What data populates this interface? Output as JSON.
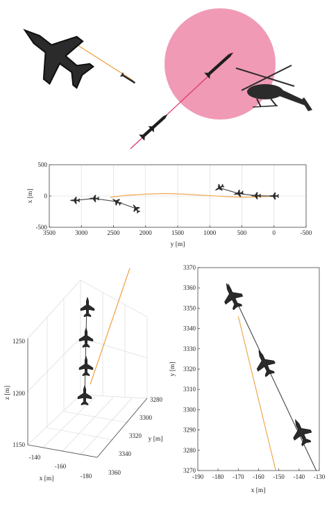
{
  "colors": {
    "orange": "#f0a040",
    "magenta": "#e0306a",
    "circle_fill": "#f09ab5",
    "aircraft": "#2b2b2b",
    "trail": "#444444",
    "grid": "#d4d4d4"
  },
  "illustration": {
    "icons": [
      "fighter-jet-icon",
      "missile-icon",
      "helicopter-icon",
      "target-zone-circle"
    ]
  },
  "chart_data": [
    {
      "type": "line",
      "title": "",
      "xlabel": "y [m]",
      "ylabel": "x [m]",
      "xlim": [
        3500,
        -500
      ],
      "ylim": [
        -500,
        500
      ],
      "xticks": [
        "3500",
        "3000",
        "2500",
        "2000",
        "1500",
        "1000",
        "500",
        "0",
        "-500"
      ],
      "yticks": [
        "500",
        "0",
        "-500"
      ],
      "grid": true,
      "series": [
        {
          "role": "orange-trajectory",
          "x": [
            2550,
            2300,
            2000,
            1700,
            1400,
            1100,
            900,
            700,
            500,
            300,
            100,
            0
          ],
          "y": [
            -20,
            10,
            30,
            40,
            30,
            10,
            0,
            -10,
            -20,
            -15,
            -8,
            0
          ]
        },
        {
          "role": "aircraft-trail-left",
          "x": [
            3100,
            2800,
            2450,
            2150
          ],
          "y": [
            -70,
            -40,
            -90,
            -200
          ]
        },
        {
          "role": "aircraft-trail-right",
          "x": [
            850,
            550,
            280,
            0
          ],
          "y": [
            130,
            40,
            5,
            0
          ]
        }
      ]
    },
    {
      "type": "line",
      "title": "",
      "xlabel": "x [m]",
      "ylabel": "y [m]",
      "zlabel": "z [m]",
      "xticks": [
        "-140",
        "-160",
        "-180"
      ],
      "yticks": [
        "3280",
        "3300",
        "3320",
        "3340",
        "3360"
      ],
      "zticks": [
        "1250",
        "1200",
        "1150"
      ],
      "grid": true,
      "series": [
        {
          "role": "orange-trajectory",
          "x": [
            -165,
            -120
          ],
          "y": [
            3345,
            3260
          ],
          "z": [
            1205,
            1300
          ]
        },
        {
          "role": "aircraft-trail",
          "x": [
            -150,
            -149,
            -150,
            -151
          ],
          "y": [
            3290,
            3310,
            3330,
            3350
          ],
          "z": [
            1240,
            1225,
            1205,
            1190
          ]
        }
      ]
    },
    {
      "type": "line",
      "title": "",
      "xlabel": "x [m]",
      "ylabel": "y [m]",
      "xlim": [
        -190,
        -130
      ],
      "ylim": [
        3270,
        3370
      ],
      "xticks": [
        "-190",
        "-180",
        "-170",
        "-160",
        "-150",
        "-140",
        "-130"
      ],
      "yticks": [
        "3370",
        "3360",
        "3350",
        "3340",
        "3330",
        "3320",
        "3310",
        "3300",
        "3290",
        "3280",
        "3270"
      ],
      "grid": false,
      "series": [
        {
          "role": "orange-trajectory",
          "x": [
            -170,
            -151.5
          ],
          "y": [
            3346,
            3270
          ]
        },
        {
          "role": "aircraft-trail",
          "x": [
            -175,
            -131.5
          ],
          "y": [
            3362,
            3270
          ]
        }
      ]
    }
  ]
}
